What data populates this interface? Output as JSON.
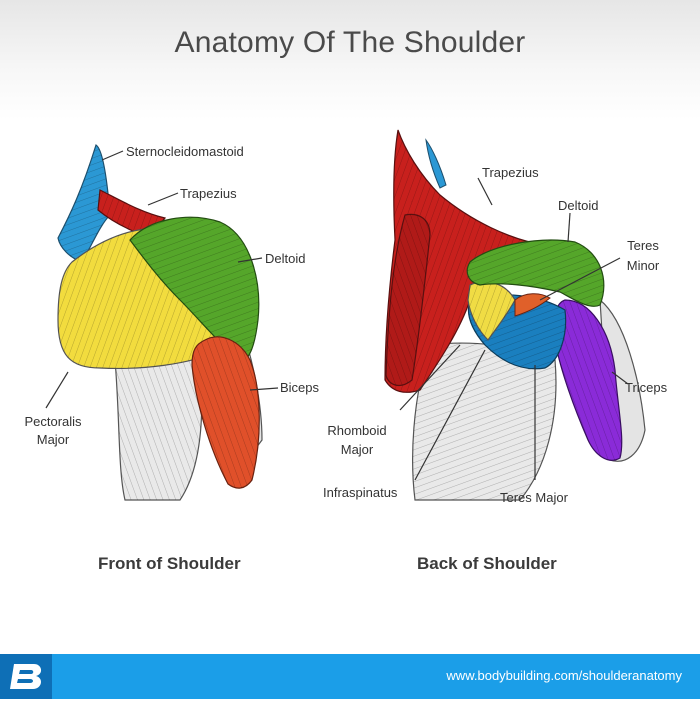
{
  "title": "Anatomy Of The Shoulder",
  "front": {
    "caption": "Front of Shoulder",
    "labels": {
      "sternocleidomastoid": "Sternocleidomastoid",
      "trapezius": "Trapezius",
      "deltoid": "Deltoid",
      "biceps": "Biceps",
      "pectoralis_1": "Pectoralis",
      "pectoralis_2": "Major"
    }
  },
  "back": {
    "caption": "Back of Shoulder",
    "labels": {
      "trapezius": "Trapezius",
      "deltoid": "Deltoid",
      "teres_minor_1": "Teres",
      "teres_minor_2": "Minor",
      "triceps": "Triceps",
      "rhomboid_1": "Rhomboid",
      "rhomboid_2": "Major",
      "infraspinatus": "Infraspinatus",
      "teres_major": "Teres Major"
    }
  },
  "footer": {
    "url": "www.bodybuilding.com/shoulderanatomy",
    "logo_icon": "bodybuilding-b-logo-icon"
  },
  "colors": {
    "sternocleidomastoid": "#2b98d4",
    "trapezius": "#c8201d",
    "deltoid": "#55a62a",
    "biceps": "#e0502a",
    "pectoralis": "#f2dc3e",
    "rhomboid": "#c41f1c",
    "infraspinatus": "#1a7fbf",
    "teres_minor": "#f0dc44",
    "triceps": "#8a2bd8",
    "teres_major": "#cfcfcf",
    "footer": "#1b9ee8"
  }
}
